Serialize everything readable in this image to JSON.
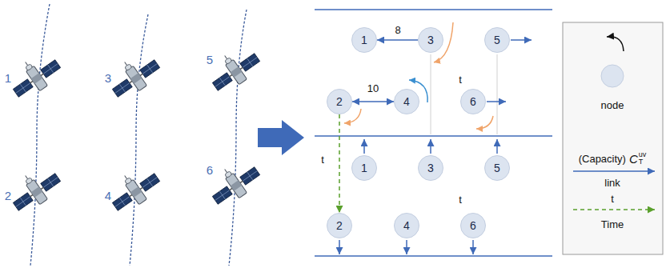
{
  "diagram": {
    "nodes": [
      {
        "text": [
          "1"
        ]
      },
      {
        "text": [
          "3"
        ]
      },
      {
        "text": [
          "5"
        ]
      },
      {
        "text": [
          "2"
        ]
      },
      {
        "text": [
          "4"
        ]
      },
      {
        "text": [
          "6"
        ]
      },
      {
        "text": [
          "1"
        ]
      },
      {
        "text": [
          "3"
        ]
      },
      {
        "text": [
          "5"
        ]
      },
      {
        "text": [
          "2"
        ]
      },
      {
        "text": [
          "4"
        ]
      },
      {
        "text": [
          "6"
        ]
      }
    ],
    "edges": [
      {
        "from": 1,
        "to": 0,
        "arrow": "to",
        "label": "8"
      },
      {
        "from": 3,
        "to": 4,
        "arrow": "both",
        "label": "10"
      },
      {
        "from": 3,
        "to": 9,
        "arrow": "to",
        "label": "t"
      }
    ],
    "labels": [
      "1",
      "3",
      "5",
      "2",
      "4",
      "6",
      "t",
      "t",
      "(Capacity)",
      "C",
      "uv",
      "T",
      "t"
    ],
    "legend": [
      {
        "text": "node"
      },
      {
        "text": "link"
      },
      {
        "text": "Time"
      }
    ]
  }
}
